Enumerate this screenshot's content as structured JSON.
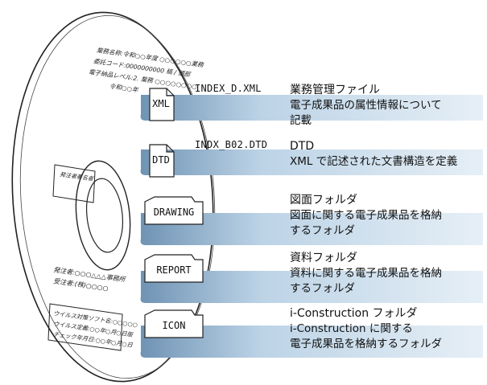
{
  "disc": {
    "info_lines": [
      "業務名称:令和○○年度 ○○○○○○業務",
      "委託コード:0000000000 稿 / 頭部",
      "電子納品レベル:2. 業務 ○○○○○○○○",
      "令和○○年"
    ],
    "publisher_box": "発注者著名者",
    "orderer_line1": "発注者:○○○△△△事務所",
    "orderer_line2": "受注者:(株)○○○○",
    "virus_box": [
      "ウイルス対策ソフト名:○○○○○",
      "ウイルス定義:○○年○月○日版",
      "チェック年月日:○○年○月○日"
    ]
  },
  "entries": [
    {
      "id": "xml",
      "icon": "document-icon",
      "icon_label": "XML",
      "file_name": "INDEX_D.XML",
      "title": "業務管理ファイル",
      "desc": [
        "電子成果品の属性情報について",
        "記載"
      ]
    },
    {
      "id": "dtd",
      "icon": "document-icon",
      "icon_label": "DTD",
      "file_name": "INDX_B02.DTD",
      "title": "DTD",
      "desc": [
        "XML で記述された文書構造を定義"
      ]
    },
    {
      "id": "drawing",
      "icon": "folder-icon",
      "icon_label": "DRAWING",
      "file_name": "",
      "title": "図面フォルダ",
      "desc": [
        "図面に関する電子成果品を格納",
        "するフォルダ"
      ]
    },
    {
      "id": "report",
      "icon": "folder-icon",
      "icon_label": "REPORT",
      "file_name": "",
      "title": "資料フォルダ",
      "desc": [
        "資料に関する電子成果品を格納",
        "するフォルダ"
      ]
    },
    {
      "id": "icon",
      "icon": "folder-icon",
      "icon_label": "ICON",
      "file_name": "",
      "title": "i-Construction フォルダ",
      "desc": [
        "i-Construction に関する",
        "電子成果品を格納するフォルダ"
      ]
    }
  ],
  "colors": {
    "band": "#bcd3e6",
    "band_dark": "#6f93b4",
    "ink": "#111111"
  }
}
